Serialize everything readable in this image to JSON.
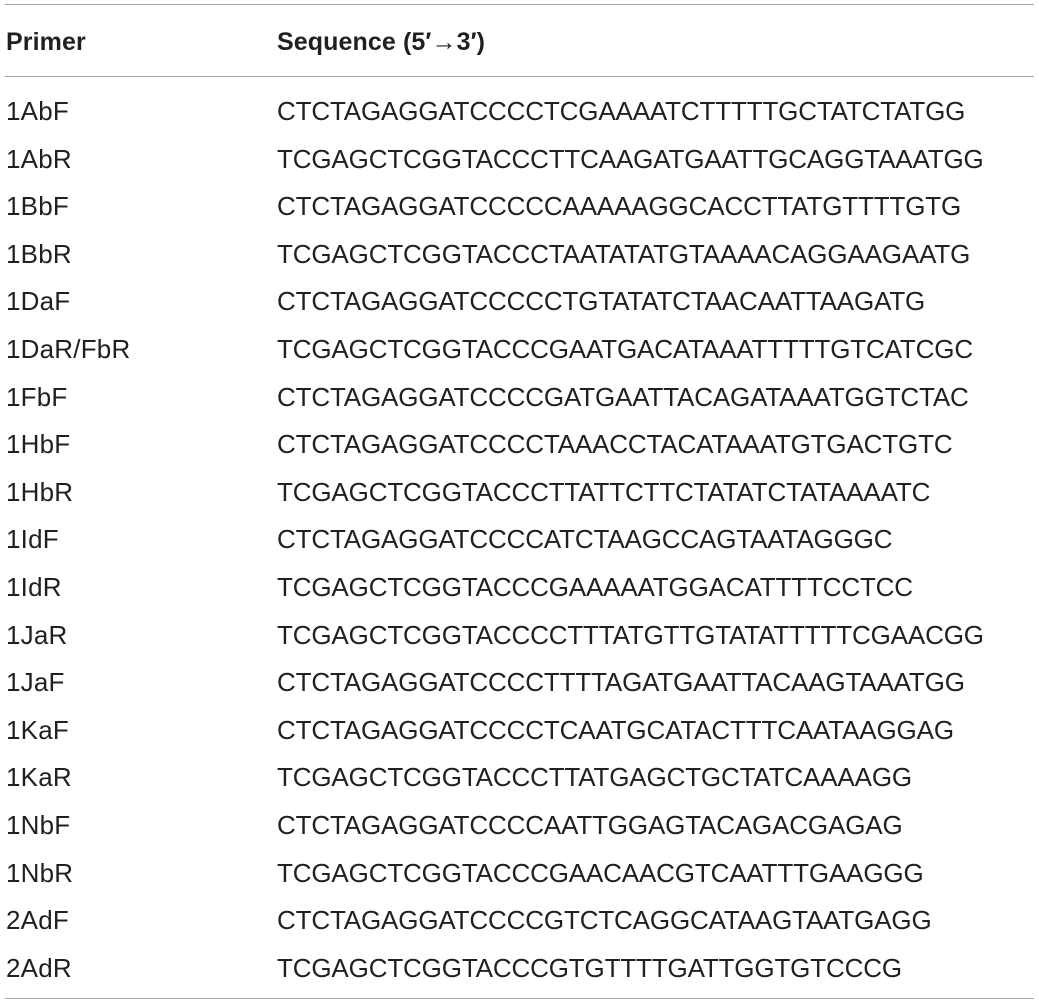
{
  "table": {
    "headers": {
      "primer": "Primer",
      "sequence": "Sequence (5′→3′)"
    },
    "rows": [
      {
        "primer": "1AbF",
        "sequence": "CTCTAGAGGATCCCCTCGAAAATCTTTTTGCTATCTATGG"
      },
      {
        "primer": "1AbR",
        "sequence": "TCGAGCTCGGTACCCTTCAAGATGAATTGCAGGTAAATGG"
      },
      {
        "primer": "1BbF",
        "sequence": "CTCTAGAGGATCCCCCAAAAAGGCACCTTATGTTTTGTG"
      },
      {
        "primer": "1BbR",
        "sequence": "TCGAGCTCGGTACCCTAATATATGTAAAACAGGAAGAATG"
      },
      {
        "primer": "1DaF",
        "sequence": "CTCTAGAGGATCCCCCTGTATATCTAACAATTAAGATG"
      },
      {
        "primer": "1DaR/FbR",
        "sequence": "TCGAGCTCGGTACCCGAATGACATAAATTTTTGTCATCGC"
      },
      {
        "primer": "1FbF",
        "sequence": "CTCTAGAGGATCCCCGATGAATTACAGATAAATGGTCTAC"
      },
      {
        "primer": "1HbF",
        "sequence": "CTCTAGAGGATCCCCTAAACCTACATAAATGTGACTGTC"
      },
      {
        "primer": "1HbR",
        "sequence": "TCGAGCTCGGTACCCTTATTCTTCTATATCTATAAAATC"
      },
      {
        "primer": "1IdF",
        "sequence": "CTCTAGAGGATCCCCATCTAAGCCAGTAATAGGGC"
      },
      {
        "primer": "1IdR",
        "sequence": "TCGAGCTCGGTACCCGAAAAATGGACATTTTCCTCC"
      },
      {
        "primer": "1JaR",
        "sequence": "TCGAGCTCGGTACCCCTTTATGTTGTATATTTTTCGAACGG"
      },
      {
        "primer": "1JaF",
        "sequence": "CTCTAGAGGATCCCCTTTTAGATGAATTACAAGTAAATGG"
      },
      {
        "primer": "1KaF",
        "sequence": "CTCTAGAGGATCCCCTCAATGCATACTTTCAATAAGGAG"
      },
      {
        "primer": "1KaR",
        "sequence": "TCGAGCTCGGTACCCTTATGAGCTGCTATCAAAAGG"
      },
      {
        "primer": "1NbF",
        "sequence": "CTCTAGAGGATCCCCAATTGGAGTACAGACGAGAG"
      },
      {
        "primer": "1NbR",
        "sequence": "TCGAGCTCGGTACCCGAACAACGTCAATTTGAAGGG"
      },
      {
        "primer": "2AdF",
        "sequence": "CTCTAGAGGATCCCCGTCTCAGGCATAAGTAATGAGG"
      },
      {
        "primer": "2AdR",
        "sequence": "TCGAGCTCGGTACCCGTGTTTTGATTGGTGTCCCG"
      }
    ]
  }
}
